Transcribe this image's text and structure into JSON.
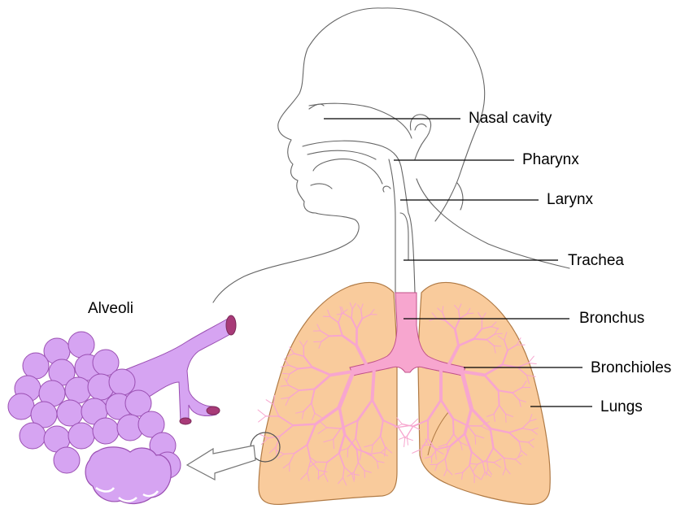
{
  "diagram": {
    "labels": {
      "nasal_cavity": "Nasal cavity",
      "pharynx": "Pharynx",
      "larynx": "Larynx",
      "trachea": "Trachea",
      "bronchus": "Bronchus",
      "bronchioles": "Bronchioles",
      "lungs": "Lungs",
      "alveoli": "Alveoli"
    },
    "colors": {
      "lung_fill": "#f9cb9c",
      "lung_stroke": "#b07a45",
      "airway": "#f7a6cf",
      "airway_stroke": "#c0508a",
      "alveoli_fill": "#d6a4f2",
      "alveoli_stroke": "#9a4fb2",
      "alveoli_opening": "#a83a78",
      "outline": "#666666"
    }
  }
}
